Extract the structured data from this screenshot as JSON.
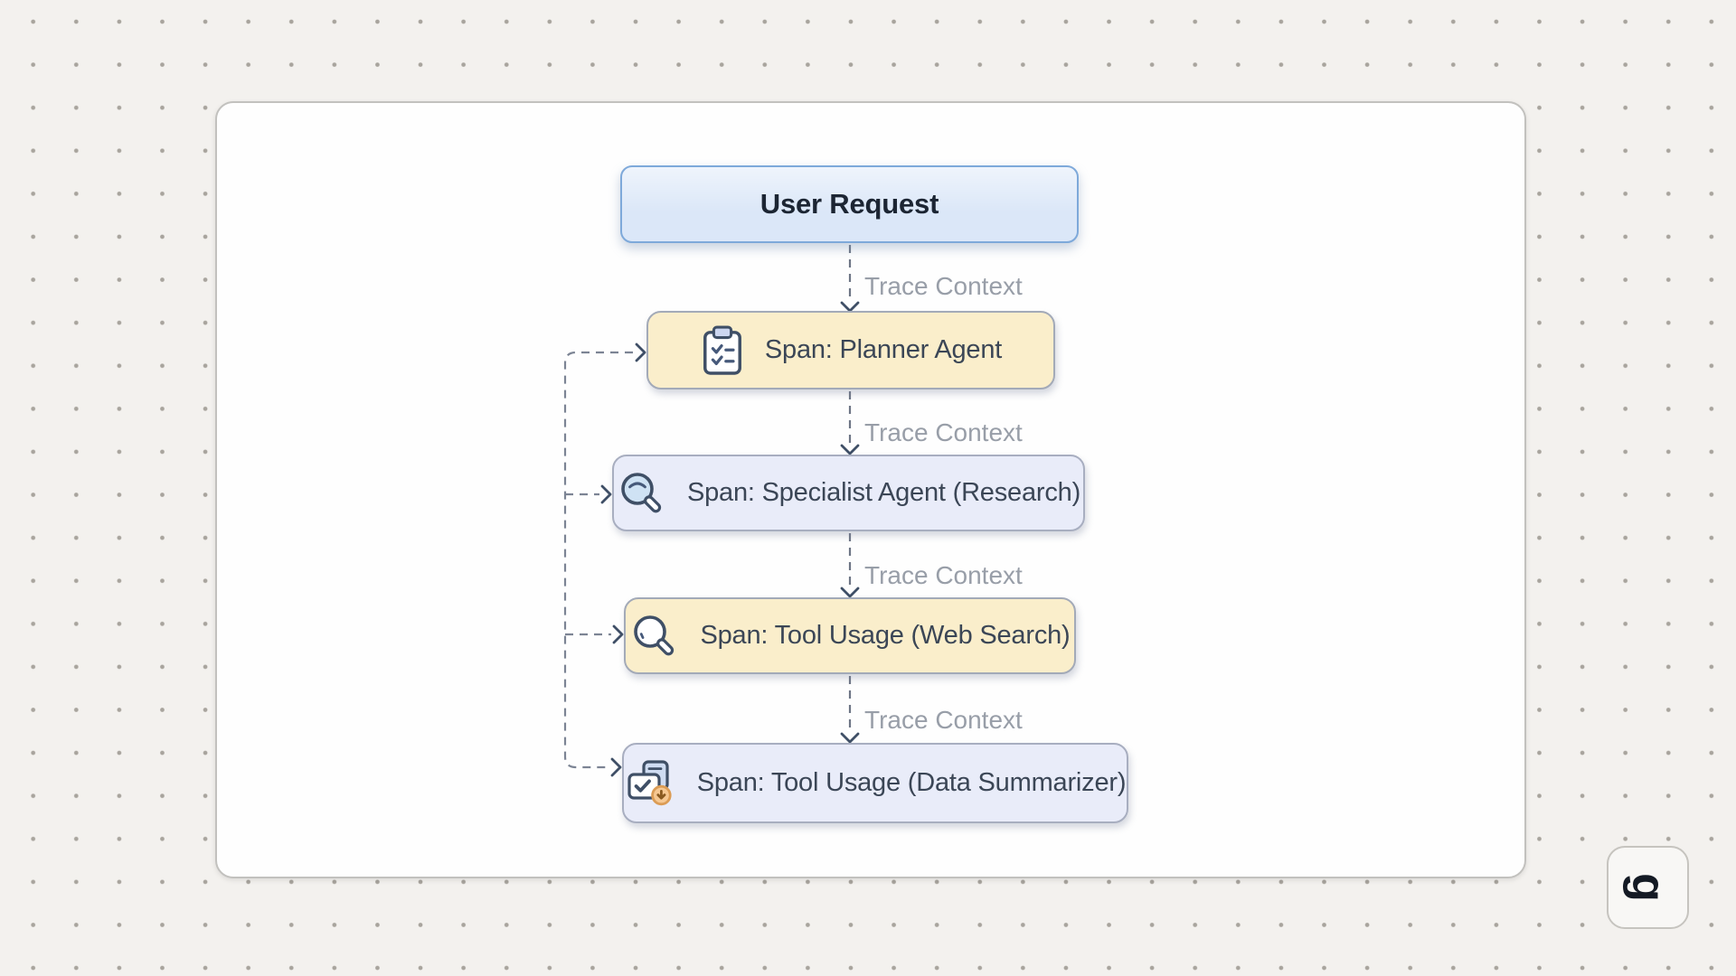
{
  "page": {
    "background_color": "#f3f1ee",
    "dot_color": "#a8a49d"
  },
  "canvas": {
    "background_color": "#fefefe",
    "border_color": "#c2c1be"
  },
  "diagram": {
    "nodes": [
      {
        "id": "user-request",
        "label": "User Request",
        "fill": "#dbe7f8",
        "border": "#7ea9da",
        "text_color": "#1c2533",
        "icon": ""
      },
      {
        "id": "span-planner-agent",
        "label": "Span: Planner Agent",
        "fill": "#faeecb",
        "border": "#a3aab8",
        "text_color": "#3b4656",
        "icon": "clipboard-checklist-icon"
      },
      {
        "id": "span-specialist-agent-research",
        "label": "Span: Specialist Agent (Research)",
        "fill": "#e9ecf9",
        "border": "#a8aec0",
        "text_color": "#3b4656",
        "icon": "magnifier-icon"
      },
      {
        "id": "span-tool-usage-web-search",
        "label": "Span: Tool Usage (Web Search)",
        "fill": "#faeecb",
        "border": "#a3aab8",
        "text_color": "#3b4656",
        "icon": "magnifier-icon"
      },
      {
        "id": "span-tool-usage-data-summarizer",
        "label": "Span: Tool Usage (Data Summarizer)",
        "fill": "#e9ecf9",
        "border": "#a8aec0",
        "text_color": "#3b4656",
        "icon": "documents-check-download-icon"
      }
    ],
    "edges": [
      {
        "from": "user-request",
        "to": "span-planner-agent",
        "label": "Trace Context"
      },
      {
        "from": "span-planner-agent",
        "to": "span-specialist-agent-research",
        "label": "Trace Context"
      },
      {
        "from": "span-specialist-agent-research",
        "to": "span-tool-usage-web-search",
        "label": "Trace Context"
      },
      {
        "from": "span-tool-usage-web-search",
        "to": "span-tool-usage-data-summarizer",
        "label": "Trace Context"
      }
    ],
    "loop_edge": {
      "description": "dashed feedback rail linking all spans on the left"
    },
    "edge_label_color": "#989ea8",
    "dash_color": "#6d7585",
    "arrow_color": "#3f4f66"
  },
  "watermark": {
    "letter": "g"
  }
}
